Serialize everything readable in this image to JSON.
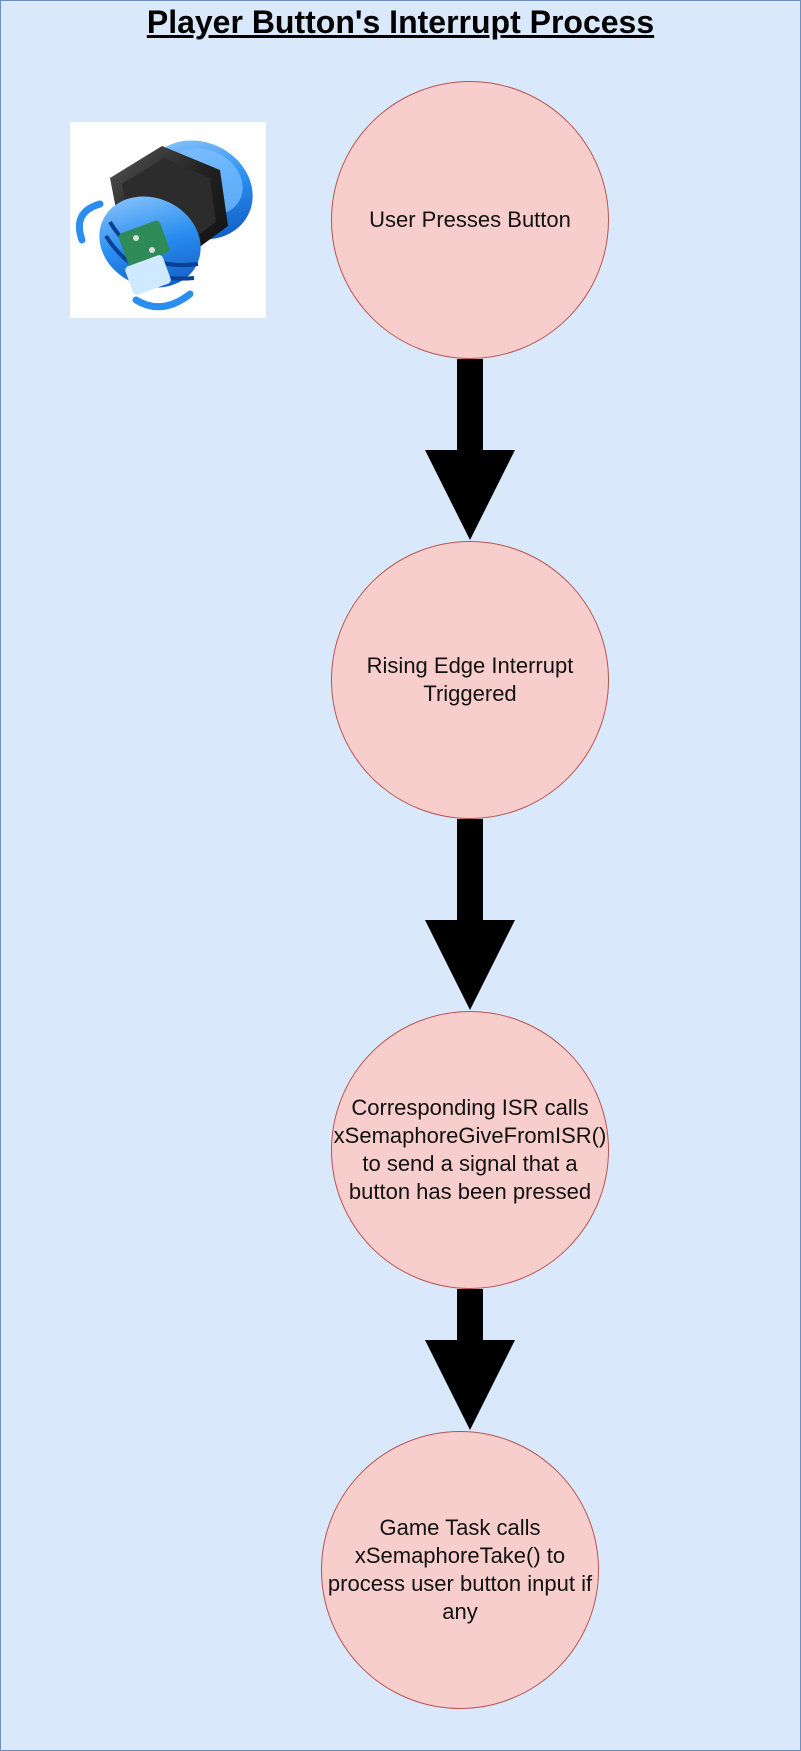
{
  "title": "Player Button's Interrupt Process",
  "steps": [
    {
      "label": "User Presses Button"
    },
    {
      "label": "Rising Edge Interrupt Triggered"
    },
    {
      "label": "Corresponding ISR calls xSemaphoreGiveFromISR() to send a signal that a button has been pressed"
    },
    {
      "label": "Game Task calls xSemaphoreTake() to process user button input if any"
    }
  ],
  "image": {
    "icon": "arcade-button-icon"
  },
  "colors": {
    "background": "#dae8fc",
    "background_border": "#6c8ebf",
    "node_fill": "#f8cecc",
    "node_border": "#b85450",
    "arrow": "#000000"
  }
}
